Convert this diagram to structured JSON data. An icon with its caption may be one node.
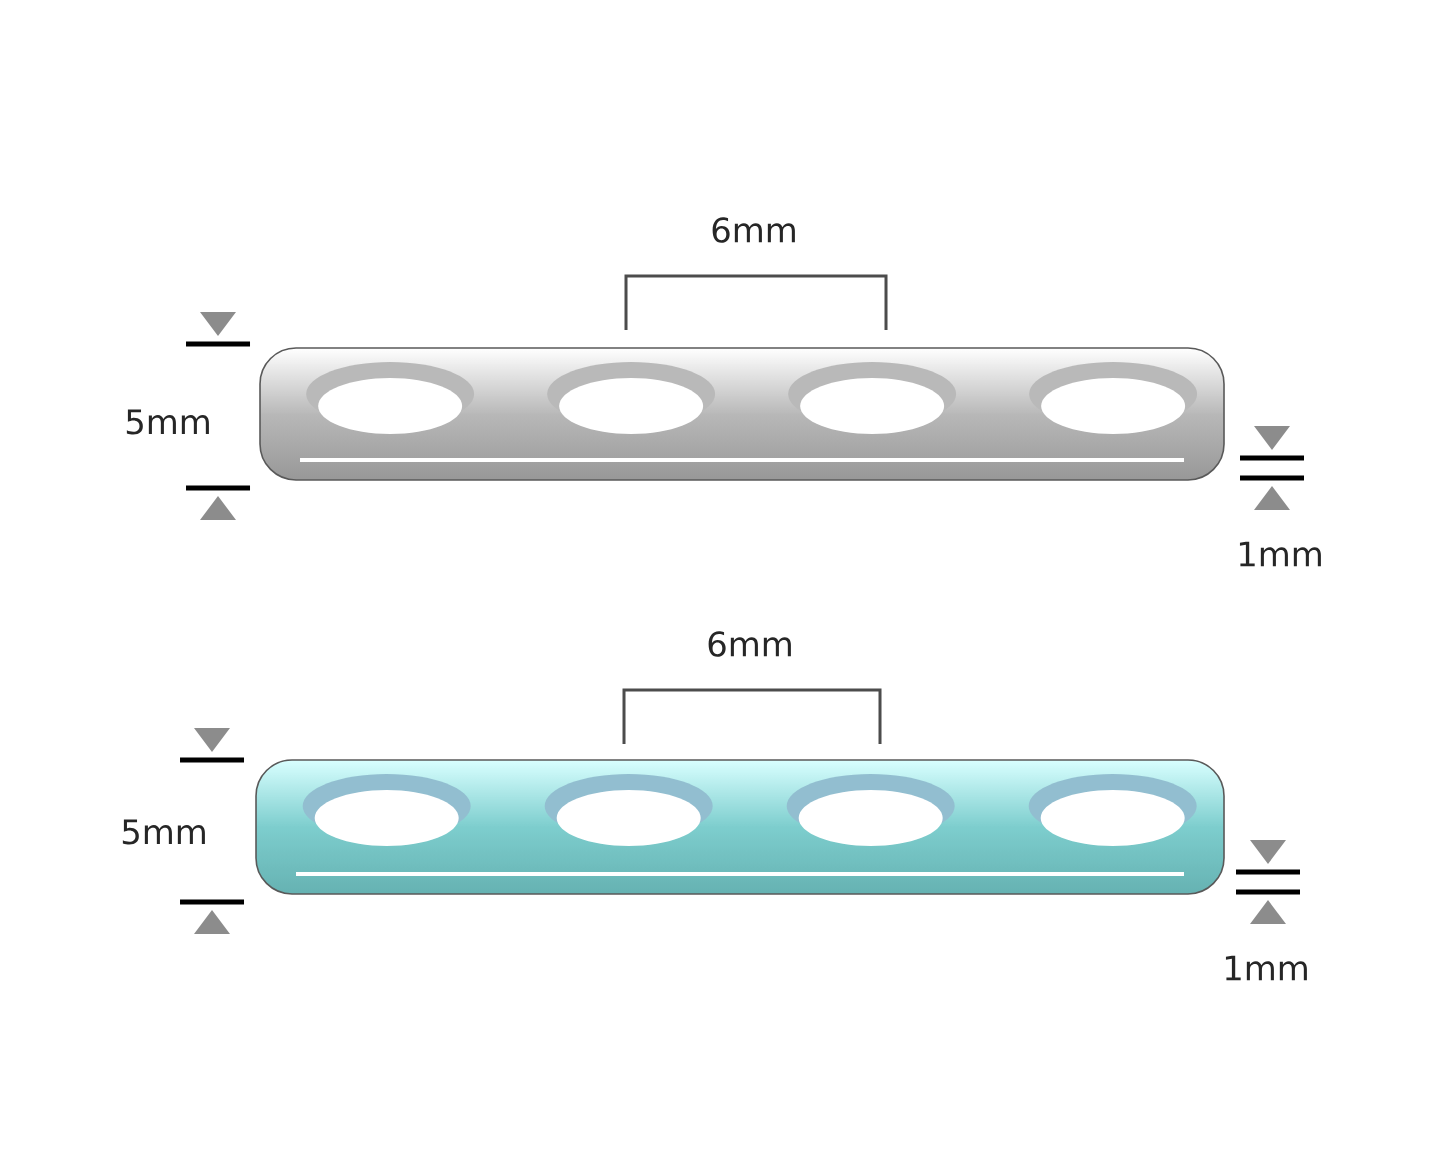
{
  "diagram": {
    "labels": [
      "6mm",
      "5mm",
      "1mm",
      "6mm",
      "5mm",
      "1mm"
    ]
  }
}
